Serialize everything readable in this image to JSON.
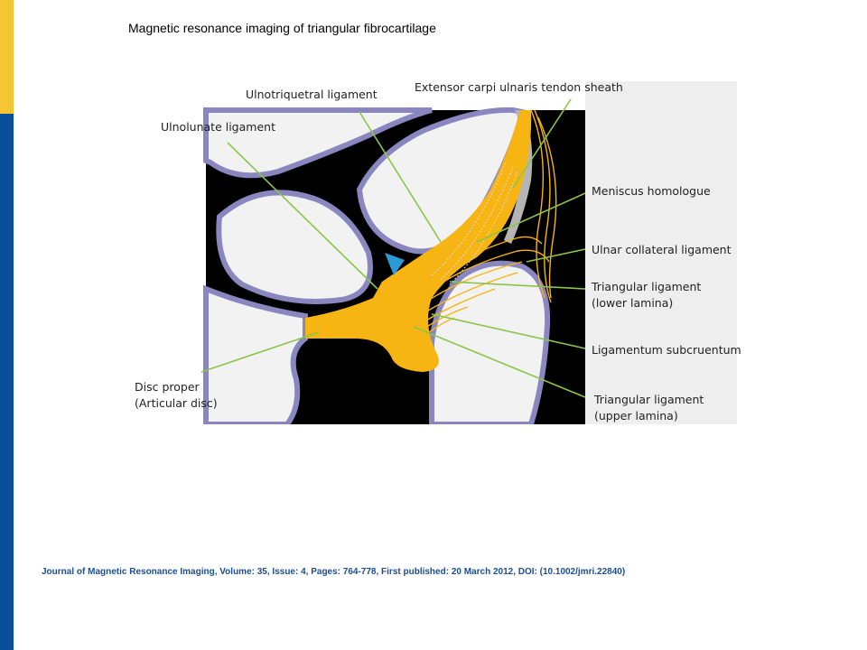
{
  "slide": {
    "title": "Magnetic resonance imaging of triangular fibrocartilage",
    "citation": "Journal of Magnetic Resonance Imaging, Volume: 35, Issue: 4, Pages: 764-778, First published: 20 March 2012, DOI: (10.1002/jmri.22840)"
  },
  "diagram": {
    "labels": {
      "ulnotriquetral": "Ulnotriquetral ligament",
      "ecu_sheath": "Extensor carpi ulnaris tendon sheath",
      "ulnolunate": "Ulnolunate ligament",
      "meniscus": "Meniscus homologue",
      "ulnar_collateral": "Ulnar collateral ligament",
      "tri_lower_1": "Triangular ligament",
      "tri_lower_2": "(lower lamina)",
      "subcruentum": "Ligamentum subcruentum",
      "disc_1": "Disc proper",
      "disc_2": "(Articular disc)",
      "tri_upper_1": "Triangular ligament",
      "tri_upper_2": "(upper lamina)"
    },
    "colors": {
      "background": "#000000",
      "bone": "#f2f2f2",
      "bone_outline": "#8a86c0",
      "ligament": "#f6b513",
      "leader": "#8cc44a",
      "marker": "#2c9ad6",
      "side_bar": "#0b4f9c",
      "side_accent": "#f6c533"
    }
  }
}
